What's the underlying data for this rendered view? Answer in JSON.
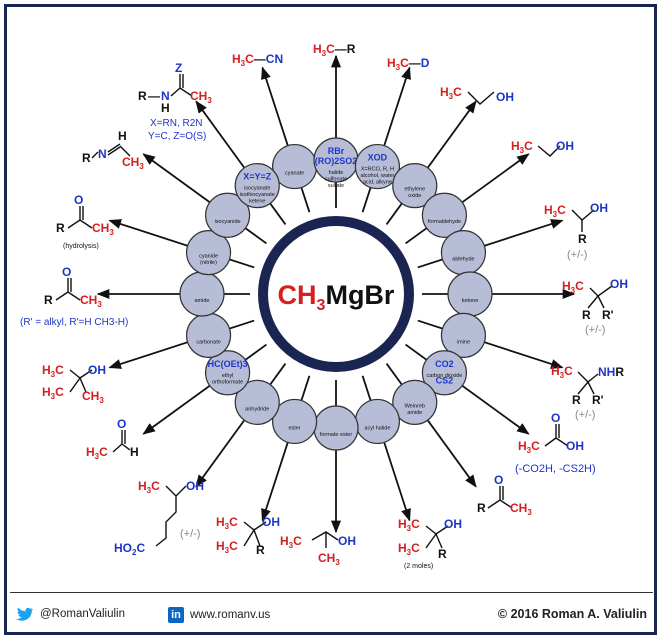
{
  "center": {
    "ch": "CH",
    "sub3": "3",
    "rest": "MgBr"
  },
  "nodes": [
    {
      "id": "cyanate",
      "sub": "cyanate"
    },
    {
      "id": "halide",
      "top": "RBr",
      "mid": "(RO)2SO2",
      "sub": "halide\nsulfonate\nsulfate"
    },
    {
      "id": "xod",
      "top": "XOD",
      "sub": "X=RCO, R, H\nalcohol, water\nacid, alkyne"
    },
    {
      "id": "epox",
      "sub": "ethylene\noxide"
    },
    {
      "id": "formaldehyde",
      "sub": "formaldehyde"
    },
    {
      "id": "aldehyde",
      "sub": "aldehyde"
    },
    {
      "id": "ketone",
      "sub": "ketone"
    },
    {
      "id": "imine",
      "sub": "imine"
    },
    {
      "id": "co2",
      "top": "CO2",
      "sub": "carbon dioxide",
      "bot": "CS2"
    },
    {
      "id": "weinreb",
      "sub": "Weinreb\namide"
    },
    {
      "id": "acylhalide",
      "sub": "acyl halide"
    },
    {
      "id": "formateester",
      "sub": "formate ester"
    },
    {
      "id": "ester",
      "sub": "ester"
    },
    {
      "id": "anhydride",
      "sub": "anhydride"
    },
    {
      "id": "orthoformate",
      "top": "HC(OEt)3",
      "sub": "ethyl\northoformate"
    },
    {
      "id": "carbonate",
      "sub": "carbonate"
    },
    {
      "id": "amide",
      "sub": "amide"
    },
    {
      "id": "cyanide",
      "sub": "cyanide\n(nitrile)"
    },
    {
      "id": "isocyanide",
      "sub": "isocyanide"
    },
    {
      "id": "isocyanate",
      "top": "X=Y=Z",
      "sub": "isocyanate\nisothiocyanate\nketene"
    }
  ],
  "notes": {
    "xyz1": "X=RN, R2N",
    "xyz2": "Y=C, Z=O(S)",
    "hydrolysis": "(hydrolysis)",
    "amide_note": "(R' = alkyl, R'=H CH3-H)",
    "pm": "(+/-)",
    "co2_note": "(-CO2H, -CS2H)",
    "two_moles": "(2 moles)"
  },
  "footer": {
    "twitter": "@RomanValiulin",
    "web": "www.romanv.us",
    "copyright": "© 2016 Roman A. Valiulin"
  },
  "colors": {
    "navy": "#1b2552",
    "red": "#d42020",
    "blue": "#1f35c8",
    "node": "#b7bdd6"
  }
}
